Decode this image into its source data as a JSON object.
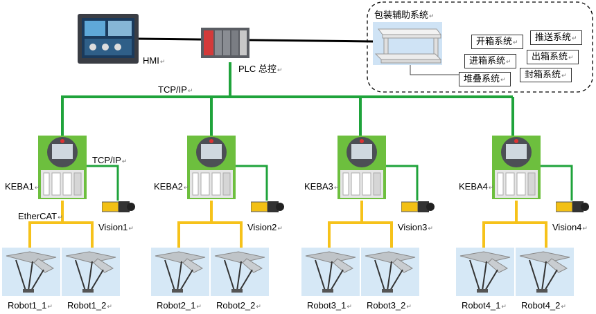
{
  "hmi": {
    "label": "HMI"
  },
  "plc": {
    "label": "PLC 总控"
  },
  "top_link": {
    "label": "TCP/IP"
  },
  "packaging": {
    "title": "包装辅助系统",
    "subsystems": [
      "开箱系统",
      "推送系统",
      "进箱系统",
      "出箱系统",
      "堆叠系统",
      "封箱系统"
    ]
  },
  "cell_link_labels": {
    "camera_link": "TCP/IP",
    "robot_bus": "EtherCAT"
  },
  "cells": [
    {
      "controller": "KEBA1",
      "vision": "Vision1",
      "robots": [
        "Robot1_1",
        "Robot1_2"
      ]
    },
    {
      "controller": "KEBA2",
      "vision": "Vision2",
      "robots": [
        "Robot2_1",
        "Robot2_2"
      ]
    },
    {
      "controller": "KEBA3",
      "vision": "Vision3",
      "robots": [
        "Robot3_1",
        "Robot3_2"
      ]
    },
    {
      "controller": "KEBA4",
      "vision": "Vision4",
      "robots": [
        "Robot4_1",
        "Robot4_2"
      ]
    }
  ],
  "colors": {
    "ethernet": "#1fa33b",
    "ethercat": "#f6c21a",
    "network_black": "#000000"
  }
}
